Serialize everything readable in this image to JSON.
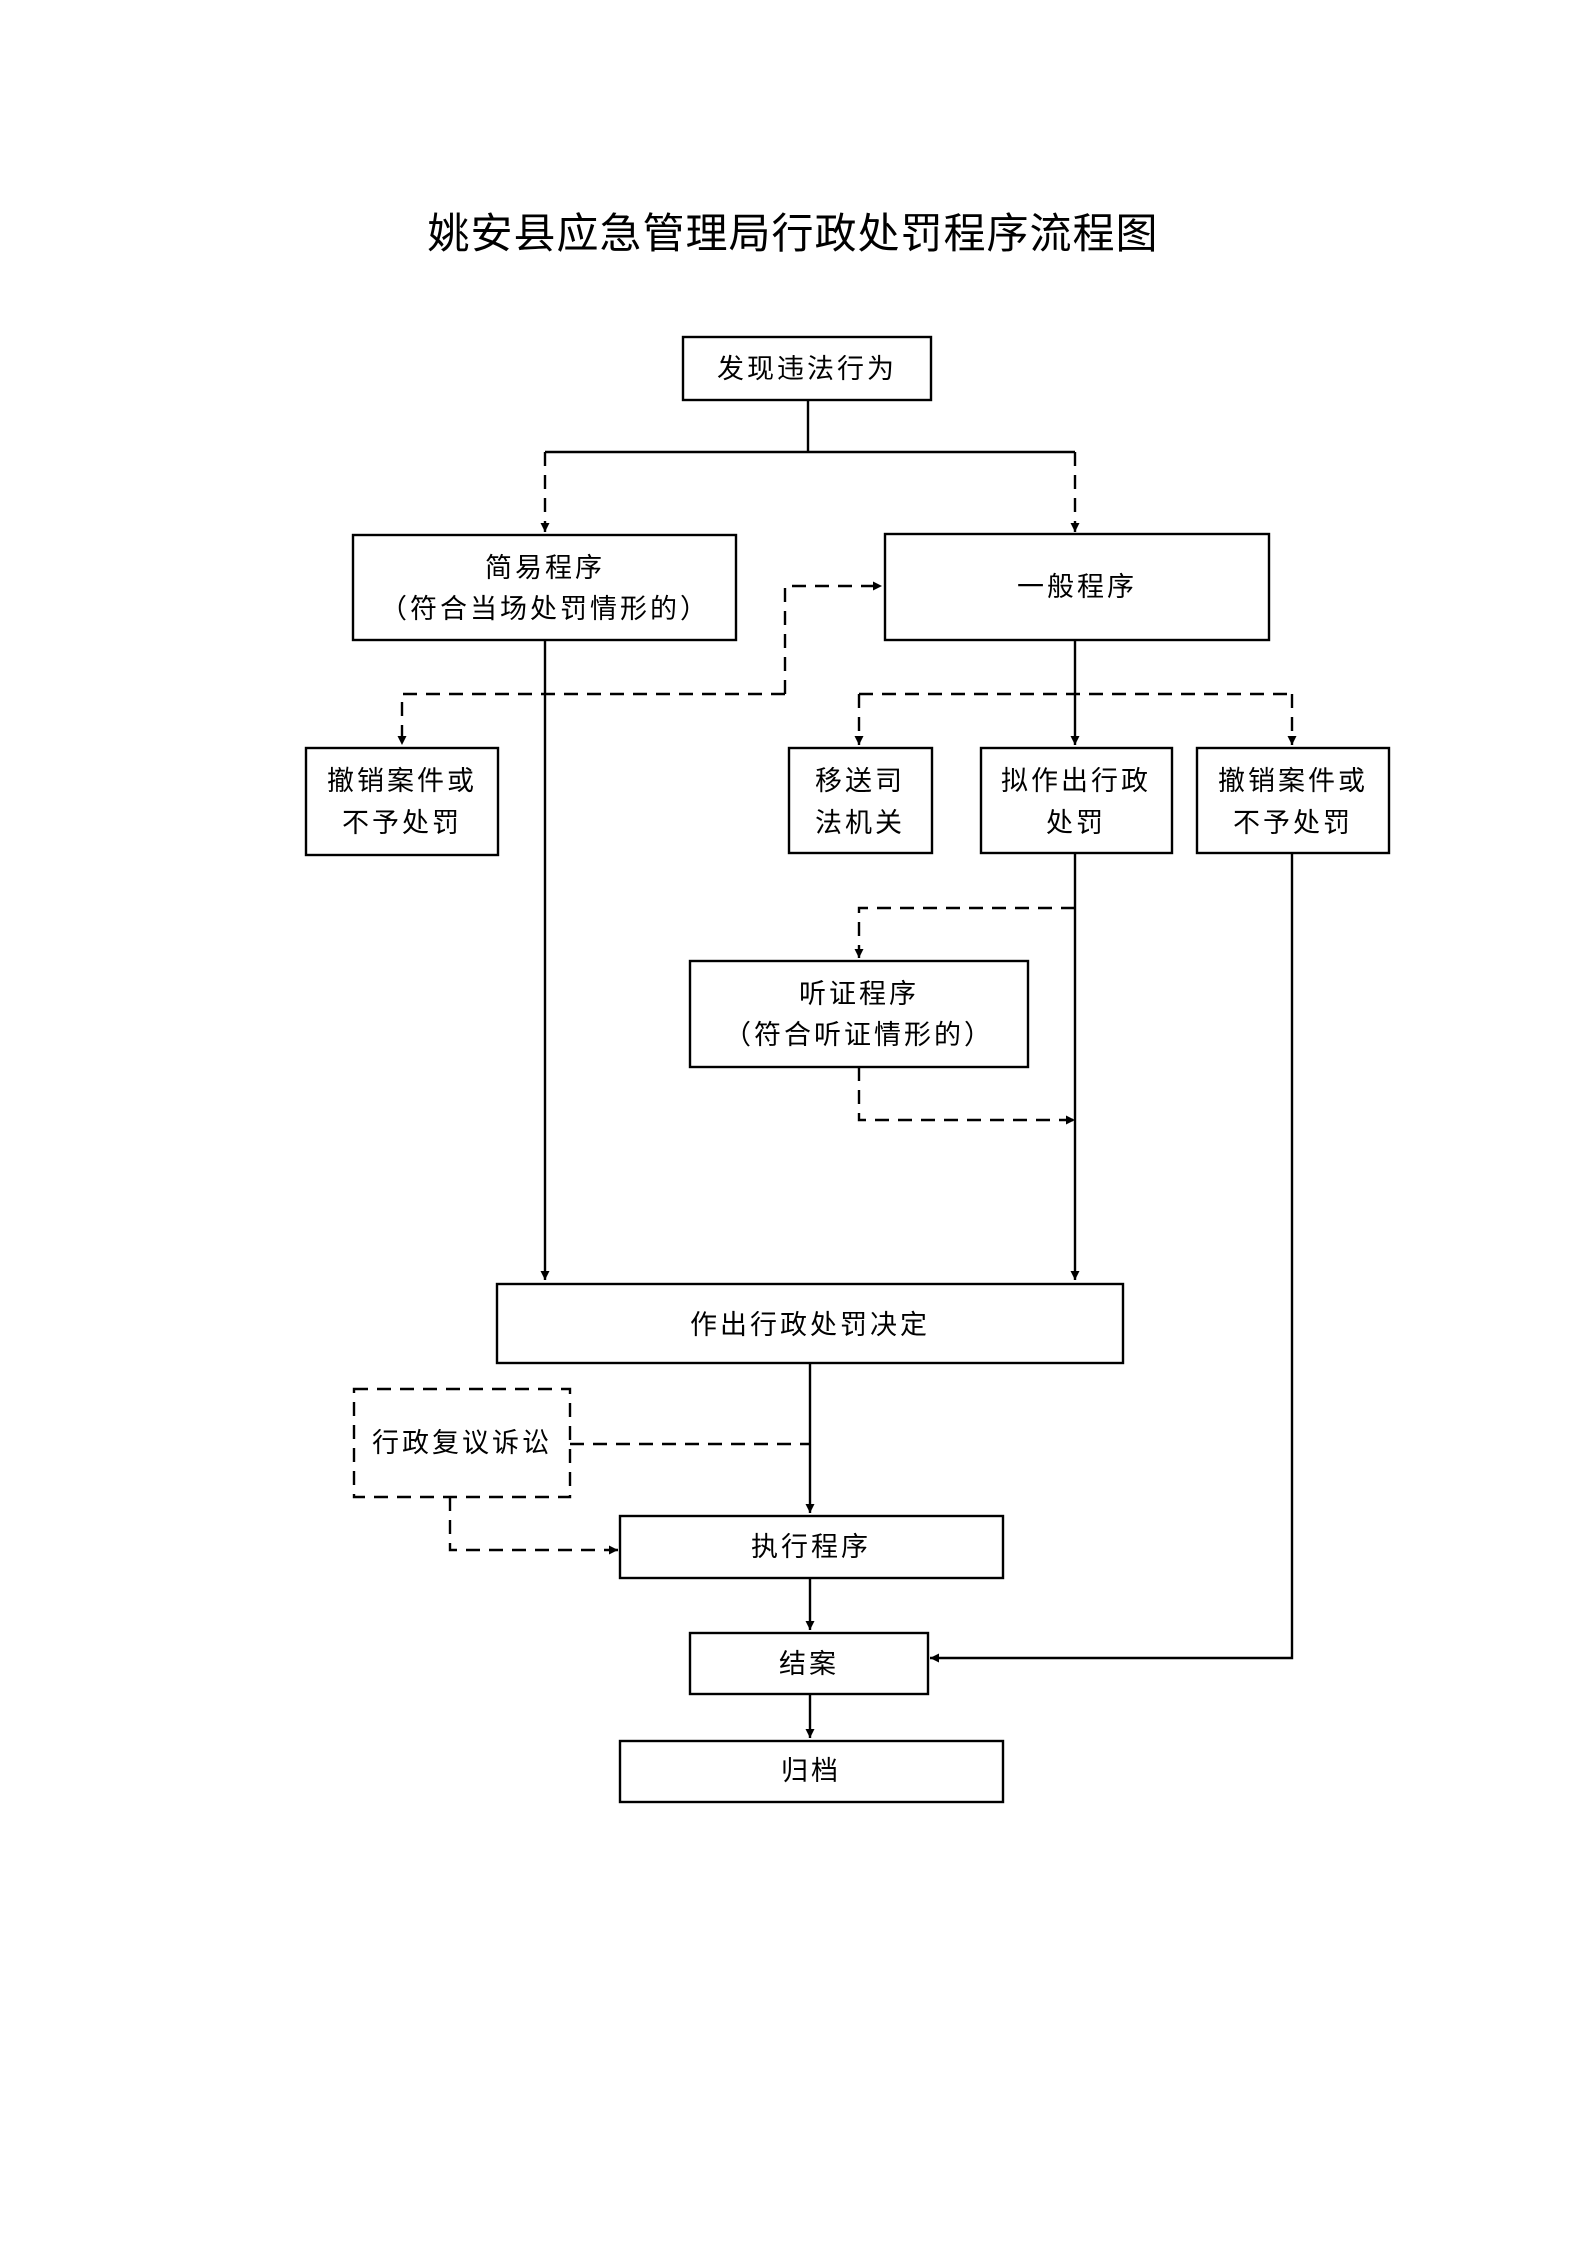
{
  "title": "姚安县应急管理局行政处罚程序流程图",
  "nodes": {
    "discover": "发现违法行为",
    "simple_line1": "简易程序",
    "simple_line2": "（符合当场处罚情形的）",
    "general": "一般程序",
    "revoke_left_line1": "撤销案件或",
    "revoke_left_line2": "不予处罚",
    "transfer_line1": "移送司",
    "transfer_line2": "法机关",
    "propose_line1": "拟作出行政",
    "propose_line2": "处罚",
    "revoke_right_line1": "撤销案件或",
    "revoke_right_line2": "不予处罚",
    "hearing_line1": "听证程序",
    "hearing_line2": "（符合听证情形的）",
    "decision": "作出行政处罚决定",
    "review": "行政复议诉讼",
    "execute": "执行程序",
    "close": "结案",
    "archive": "归档"
  }
}
